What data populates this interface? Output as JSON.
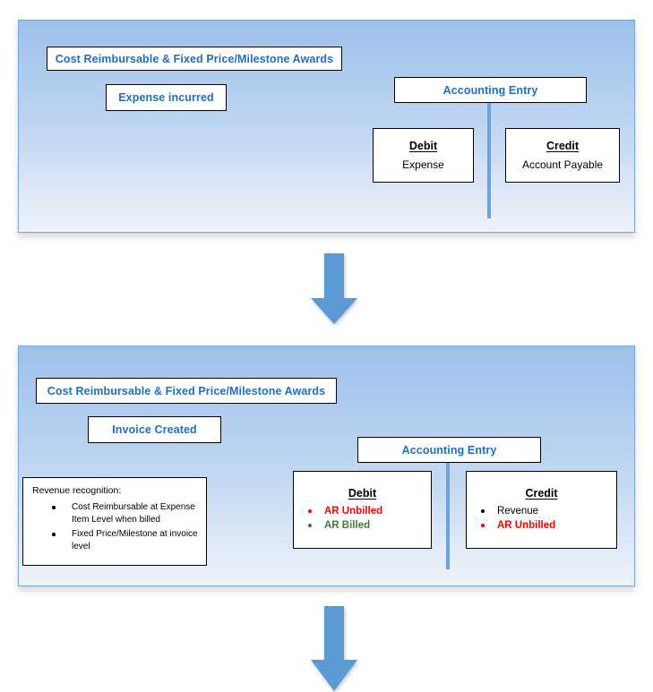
{
  "colors": {
    "heading_blue": "#1F6FC0",
    "panel_blue": "#A9C8EE",
    "arrow_blue": "#5B9BD5",
    "connector_blue": "#6BA3DE",
    "red": "#FF0000",
    "green": "#3F7D36",
    "black": "#000000"
  },
  "panels": [
    {
      "name": "expense-incurred-stage",
      "awards_title": "Cost Reimbursable & Fixed Price/Milestone Awards",
      "event_label": "Expense incurred",
      "accounting_entry_label": "Accounting Entry",
      "debit": {
        "header": "Debit",
        "value": "Expense"
      },
      "credit": {
        "header": "Credit",
        "value": "Account Payable"
      }
    },
    {
      "name": "invoice-created-stage",
      "awards_title": "Cost Reimbursable & Fixed Price/Milestone Awards",
      "event_label": "Invoice Created",
      "accounting_entry_label": "Accounting Entry",
      "revenue_recognition": {
        "title": "Revenue recognition:",
        "items": [
          "Cost Reimbursable at Expense Item Level when billed",
          "Fixed Price/Milestone at invoice level"
        ]
      },
      "debit": {
        "header": "Debit",
        "items": [
          {
            "text": "AR Unbilled",
            "color": "red"
          },
          {
            "text": "AR Billed",
            "color": "green"
          }
        ]
      },
      "credit": {
        "header": "Credit",
        "items": [
          {
            "text": "Revenue",
            "color": "black"
          },
          {
            "text": "AR Unbilled",
            "color": "red"
          }
        ]
      }
    }
  ],
  "arrows": [
    {
      "name": "flow-arrow-1",
      "direction": "down"
    },
    {
      "name": "flow-arrow-2",
      "direction": "down"
    }
  ]
}
